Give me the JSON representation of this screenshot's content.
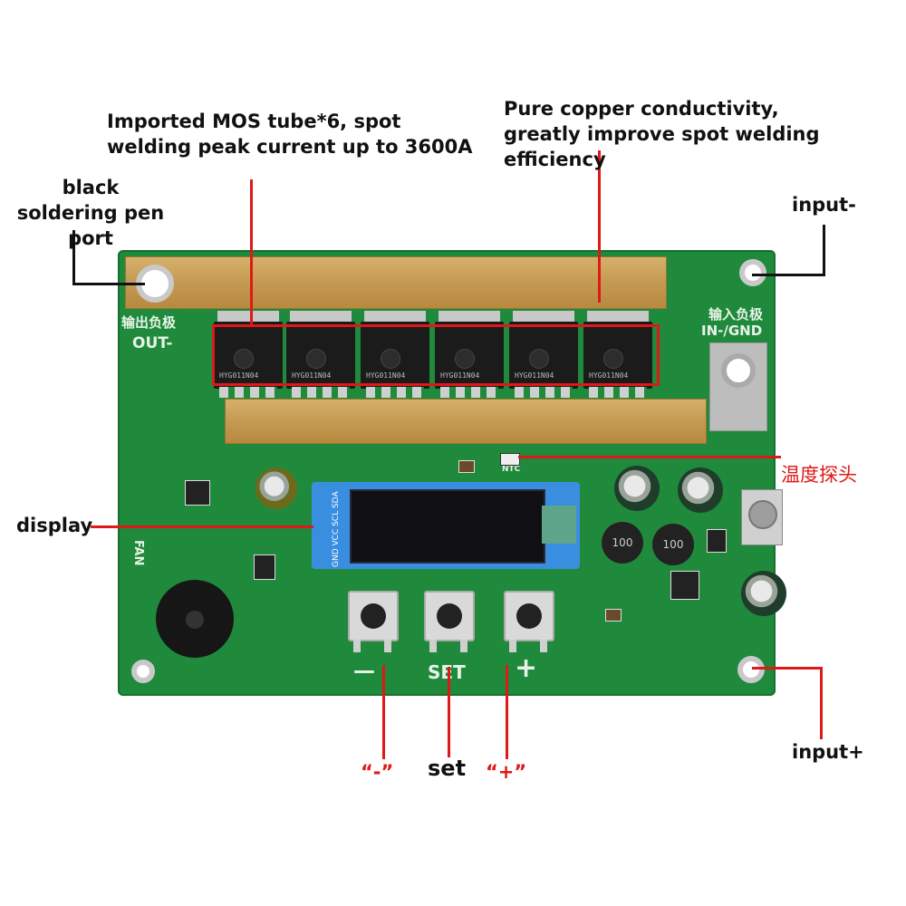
{
  "labels": {
    "mos": "Imported MOS tube*6, spot welding peak current up to 3600A",
    "copper": "Pure copper conductivity, greatly improve spot welding efficiency",
    "pen_port": "black soldering pen port",
    "input_minus": "input-",
    "temp_probe": "温度探头",
    "display": "display",
    "input_plus": "input+",
    "minus_btn": "“-”",
    "set_btn": "set",
    "plus_btn": "“+”"
  },
  "board": {
    "out_cn": "输出负极",
    "out_en": "OUT-",
    "in_cn": "输入负极",
    "in_en": "IN-/GND",
    "mos_code": "HYG011N04",
    "oled_pins": "GND VCC SCL SDA",
    "btn_minus": "—",
    "btn_set": "SET",
    "btn_plus": "+",
    "fan": "FAN",
    "ntc": "NTC",
    "inductor": "100",
    "colors": {
      "pcb": "#1f8a3c",
      "copper": "#c49a52",
      "annotation": "#e01818"
    }
  }
}
